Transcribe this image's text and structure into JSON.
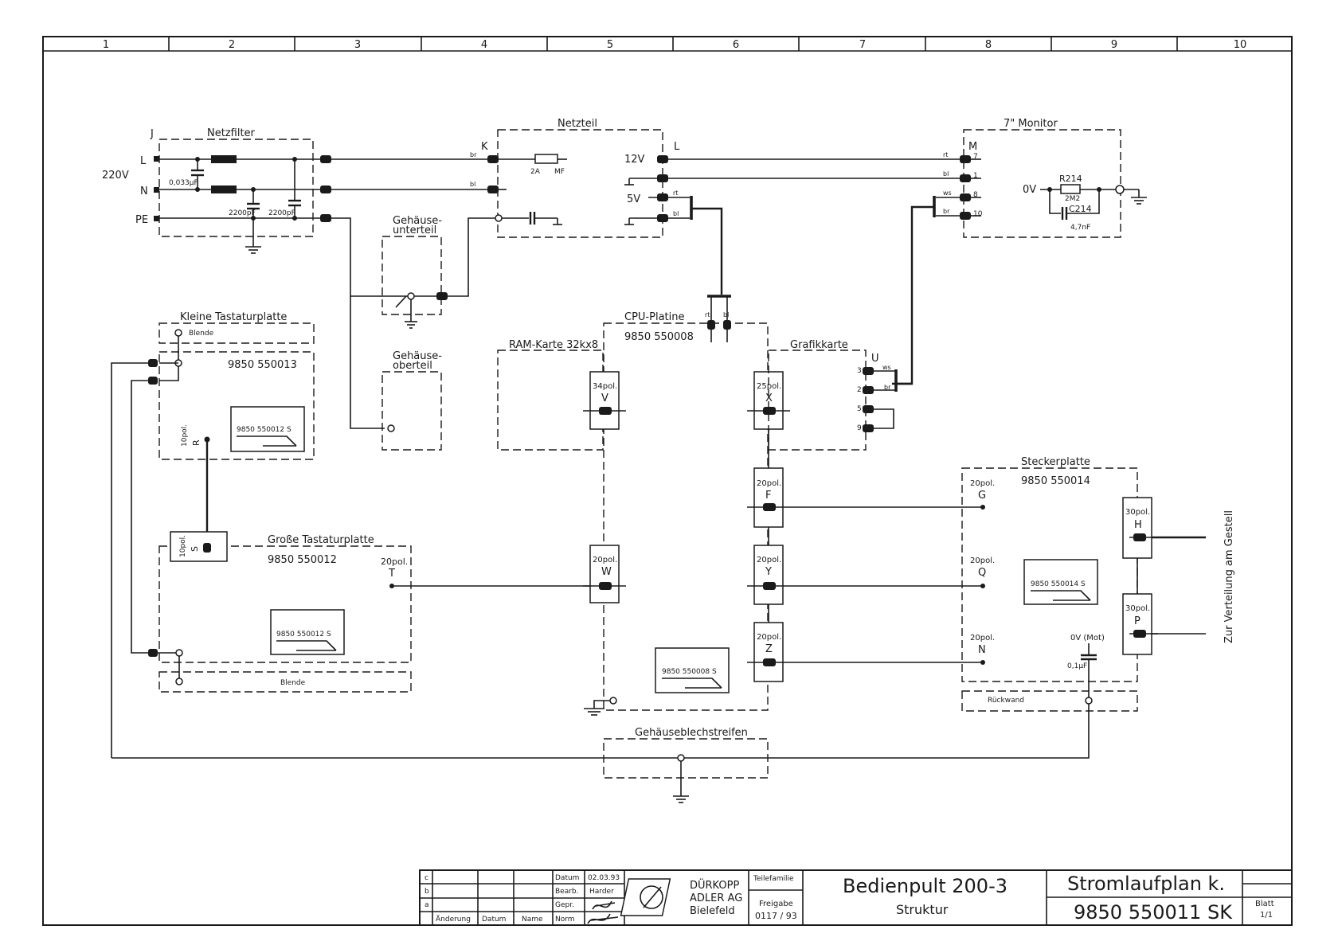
{
  "grid_columns": [
    "1",
    "2",
    "3",
    "4",
    "5",
    "6",
    "7",
    "8",
    "9",
    "10"
  ],
  "supply": {
    "label_220v": "220V",
    "line_L": "L",
    "line_N": "N",
    "line_PE": "PE",
    "conn_J": "J"
  },
  "netzfilter": {
    "title": "Netzfilter",
    "cap1": "0,033µF",
    "cap2": "2200pF",
    "cap3": "2200pF"
  },
  "netzteil": {
    "title": "Netzteil",
    "conn_K": "K",
    "conn_L": "L",
    "fuse_rating": "2A",
    "fuse_type": "MF",
    "v12": "12V",
    "v5": "5V",
    "wire_br": "br",
    "wire_bl": "bl",
    "wire_rt": "rt",
    "wire_bl2": "bl"
  },
  "monitor": {
    "title": "7\" Monitor",
    "conn_M": "M",
    "pin7": "7",
    "pin1": "1",
    "pin8": "8",
    "pin10": "10",
    "w_rt": "rt",
    "w_bl": "bl",
    "w_ws": "ws",
    "w_br": "br",
    "zero_v": "0V",
    "r214": "R214",
    "r214_val": "2M2",
    "c214": "C214",
    "c214_val": "4,7nF"
  },
  "gehaeuse_unterteil": {
    "line1": "Gehäuse-",
    "line2": "unterteil"
  },
  "gehaeuse_oberteil": {
    "line1": "Gehäuse-",
    "line2": "oberteil"
  },
  "kleine_tastatur": {
    "title": "Kleine Tastaturplatte",
    "blende": "Blende",
    "part": "9850 550013",
    "sub_part": "9850 550012 S",
    "conn_pol": "10pol.",
    "conn_letter": "R"
  },
  "grosse_tastatur": {
    "title": "Große Tastaturplatte",
    "part": "9850 550012",
    "sub_part": "9850 550012 S",
    "conn_s_pol": "10pol.",
    "conn_s_letter": "S",
    "conn_t_pol": "20pol.",
    "conn_t_letter": "T",
    "blende": "Blende"
  },
  "ram_karte": {
    "title": "RAM-Karte 32kx8"
  },
  "cpu": {
    "title": "CPU-Platine",
    "part": "9850 550008",
    "sub_part": "9850 550008 S",
    "top_rt": "rt",
    "top_bl": "bl",
    "conn_v_pol": "34pol.",
    "conn_v": "V",
    "conn_x_pol": "25pol.",
    "conn_x": "X",
    "conn_w_pol": "20pol.",
    "conn_w": "W",
    "conn_f_pol": "20pol.",
    "conn_f": "F",
    "conn_y_pol": "20pol.",
    "conn_y": "Y",
    "conn_z_pol": "20pol.",
    "conn_z": "Z"
  },
  "grafikkarte": {
    "title": "Grafikkarte",
    "conn_U": "U",
    "pin3": "3",
    "pin2": "2",
    "pin5": "5",
    "pin9": "9",
    "w_ws": "ws",
    "w_br": "br"
  },
  "steckerplatte": {
    "title": "Steckerplatte",
    "part": "9850 550014",
    "sub_part": "9850 550014 S",
    "g_pol": "20pol.",
    "g": "G",
    "q_pol": "20pol.",
    "q": "Q",
    "n_pol": "20pol.",
    "n": "N",
    "h_pol": "30pol.",
    "h": "H",
    "p_pol": "30pol.",
    "p": "P",
    "zero_v_mot": "0V (Mot)",
    "cap": "0,1µF",
    "rueckwand": "Rückwand"
  },
  "verteilung": "Zur Verteilung am Gestell",
  "gehaeuseblechstreifen": "Gehäuseblechstreifen",
  "title_block": {
    "rev_c": "c",
    "rev_b": "b",
    "rev_a": "a",
    "aenderung": "Änderung",
    "datum_col": "Datum",
    "name_col": "Name",
    "datum_label": "Datum",
    "datum_value": "02.03.93",
    "bearb_label": "Bearb.",
    "bearb_value": "Harder",
    "gepr_label": "Gepr.",
    "norm_label": "Norm",
    "company1": "DÜRKOPP",
    "company2": "ADLER AG",
    "company3": "Bielefeld",
    "teilefamilie": "Teilefamilie",
    "freigabe": "Freigabe",
    "freigabe_value": "0117 / 93",
    "title": "Bedienpult 200-3",
    "subtitle": "Struktur",
    "doc_type": "Stromlaufplan k.",
    "doc_number": "9850 550011 SK",
    "blatt": "Blatt",
    "blatt_value": "1/1"
  }
}
